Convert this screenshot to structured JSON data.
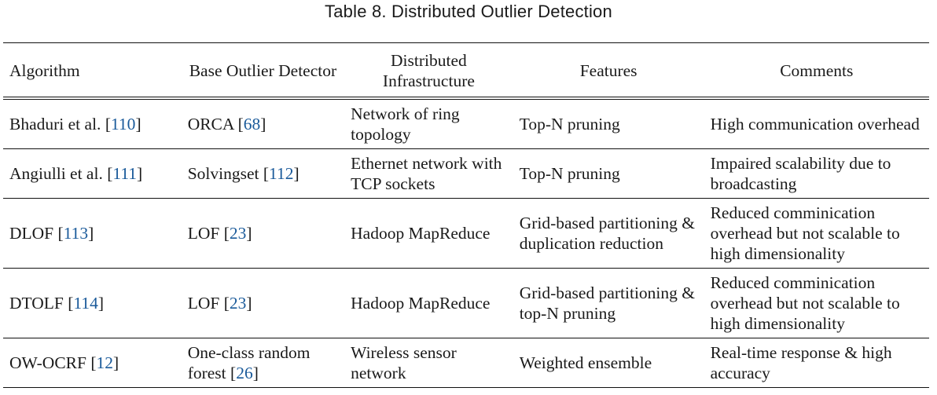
{
  "caption": "Table 8.  Distributed Outlier Detection",
  "columns": [
    "Algorithm",
    "Base Outlier Detector",
    "Distributed Infrastructure",
    "Features",
    "Comments"
  ],
  "rows": [
    {
      "algorithm": "Bhaduri et al.",
      "algorithm_ref": "110",
      "detector": "ORCA",
      "detector_ref": "68",
      "infrastructure": "Network of ring topology",
      "features": "Top-N pruning",
      "comments": "High communication overhead"
    },
    {
      "algorithm": "Angiulli et al.",
      "algorithm_ref": "111",
      "detector": "Solvingset",
      "detector_ref": "112",
      "infrastructure": "Ethernet network with TCP sockets",
      "features": "Top-N pruning",
      "comments": "Impaired scalability due to broadcasting"
    },
    {
      "algorithm": "DLOF",
      "algorithm_ref": "113",
      "detector": "LOF",
      "detector_ref": "23",
      "infrastructure": "Hadoop MapReduce",
      "features": "Grid-based partitioning & duplication reduction",
      "comments": "Reduced comminication overhead but not scalable to high dimensionality"
    },
    {
      "algorithm": "DTOLF",
      "algorithm_ref": "114",
      "detector": "LOF",
      "detector_ref": "23",
      "infrastructure": "Hadoop MapReduce",
      "features": "Grid-based partitioning & top-N pruning",
      "comments": "Reduced comminication overhead but not scalable to high dimensionality"
    },
    {
      "algorithm": "OW-OCRF",
      "algorithm_ref": "12",
      "detector": "One-class random forest",
      "detector_ref": "26",
      "infrastructure": "Wireless sensor network",
      "features": "Weighted ensemble",
      "comments": "Real-time response & high accuracy"
    }
  ],
  "colors": {
    "link": "#1a5a9a",
    "text": "#1a1a1a",
    "rule": "#111111"
  }
}
